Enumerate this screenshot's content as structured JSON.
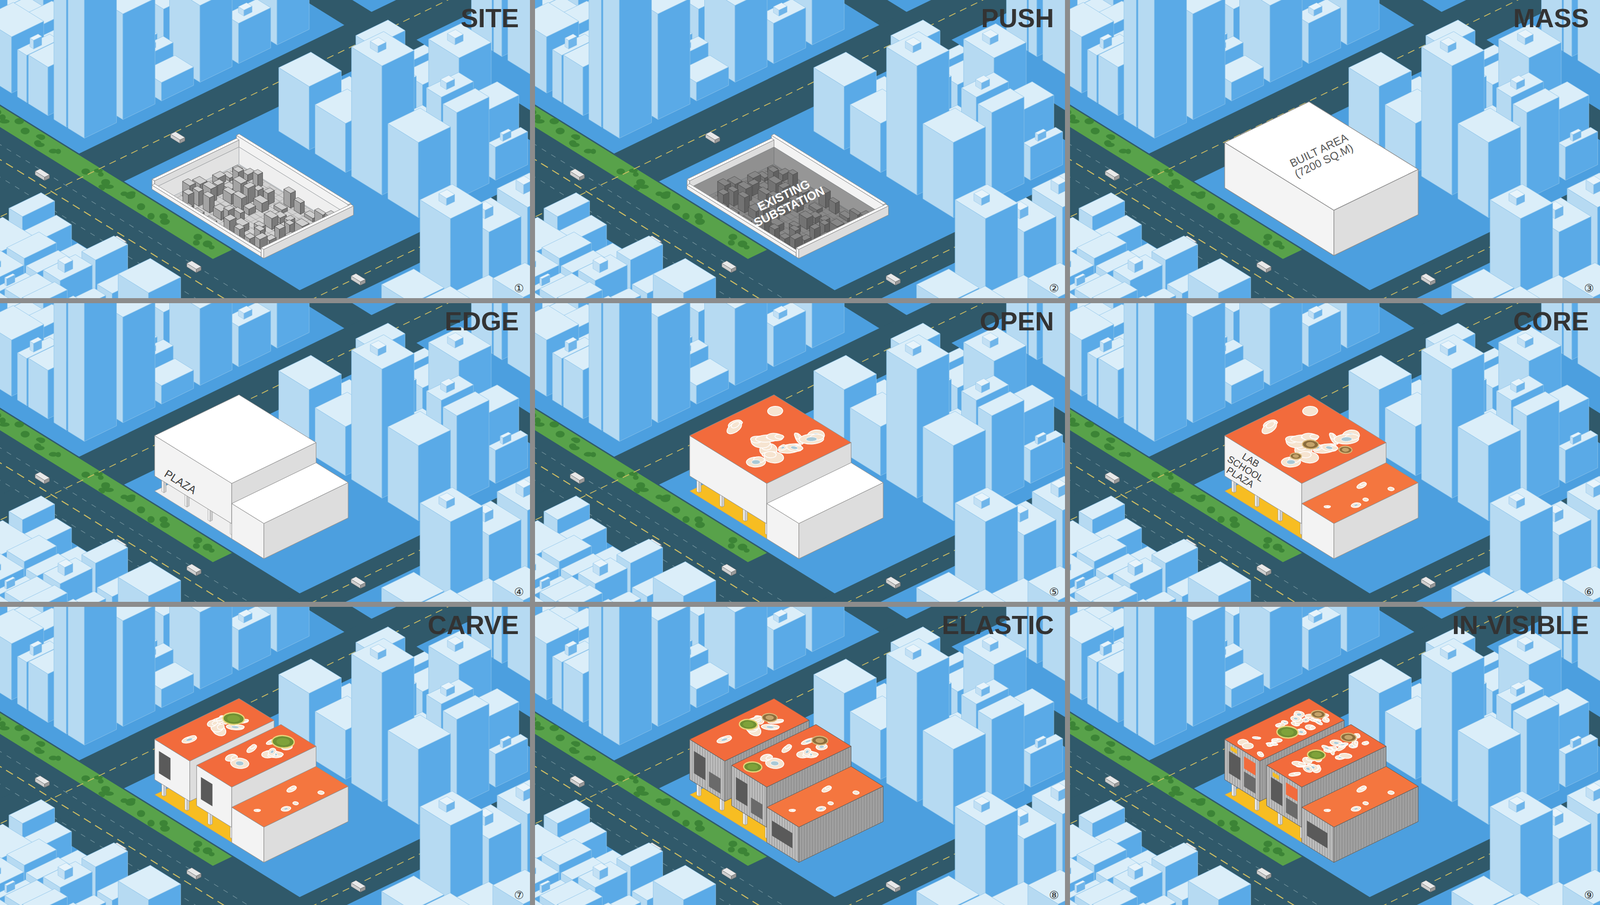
{
  "diagram": {
    "nodes": [
      {
        "text": [
          "SITE",
          "①"
        ]
      },
      {
        "text": [
          "PUSH",
          "②"
        ]
      },
      {
        "text": [
          "MASS",
          "③"
        ]
      },
      {
        "text": [
          "EDGE",
          "④"
        ]
      },
      {
        "text": [
          "OPEN",
          "⑤"
        ]
      },
      {
        "text": [
          "CORE",
          "⑥"
        ]
      },
      {
        "text": [
          "CARVE",
          "⑦"
        ]
      },
      {
        "text": [
          "ELASTIC",
          "⑧"
        ]
      },
      {
        "text": [
          "IN-VISIBLE",
          "⑨"
        ]
      }
    ],
    "labels": [
      "EXISTING SUBSTATION",
      "BUILT AREA (7200 SQ.M)",
      "PLAZA",
      "LAB SCHOOL PLAZA"
    ]
  }
}
